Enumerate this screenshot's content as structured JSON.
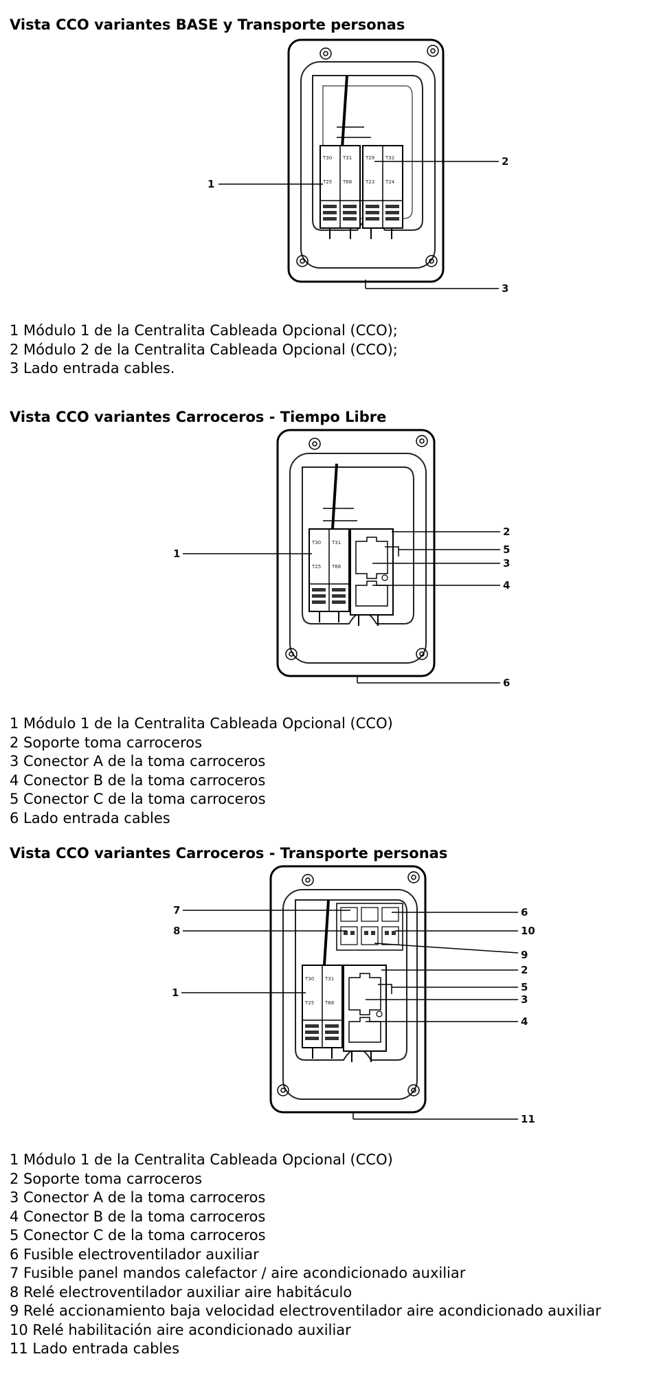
{
  "sections": [
    {
      "title": "Vista CCO variantes BASE y Transporte personas",
      "callouts": [
        "1",
        "2",
        "3"
      ],
      "fuse_labels": [
        "T30",
        "T31",
        "T29",
        "T32",
        "T25",
        "T68",
        "T23",
        "T24"
      ],
      "legend": [
        "1 Módulo 1 de la Centralita Cableada Opcional (CCO);",
        "2 Módulo 2 de la Centralita Cableada Opcional (CCO);",
        "3 Lado entrada cables."
      ]
    },
    {
      "title": "Vista CCO variantes Carroceros - Tiempo Libre",
      "callouts": [
        "1",
        "2",
        "5",
        "3",
        "4",
        "6"
      ],
      "fuse_labels": [
        "T30",
        "T31",
        "T25",
        "T68"
      ],
      "legend": [
        "1 Módulo 1 de la Centralita Cableada Opcional (CCO)",
        "2 Soporte toma carroceros",
        "3 Conector A de la toma carroceros",
        "4 Conector B de la toma carroceros",
        "5 Conector C de la toma carroceros",
        "6 Lado entrada cables"
      ]
    },
    {
      "title": "Vista CCO variantes Carroceros - Transporte personas",
      "callouts": [
        "7",
        "8",
        "6",
        "10",
        "9",
        "2",
        "1",
        "5",
        "3",
        "4",
        "11"
      ],
      "fuse_labels": [
        "T30",
        "T31",
        "T25",
        "T68"
      ],
      "legend": [
        "1 Módulo 1 de la Centralita Cableada Opcional (CCO)",
        "2 Soporte toma carroceros",
        "3 Conector A de la toma carroceros",
        "4 Conector B de la toma carroceros",
        "5 Conector C de la toma carroceros",
        "6 Fusible electroventilador auxiliar",
        "7 Fusible panel mandos calefactor / aire acondicionado auxiliar",
        "8 Relé electroventilador auxiliar aire habitáculo",
        "9 Relé accionamiento baja velocidad electroventilador aire acondicionado auxiliar",
        "10 Relé habilitación aire acondicionado auxiliar",
        "11 Lado entrada cables"
      ]
    }
  ]
}
